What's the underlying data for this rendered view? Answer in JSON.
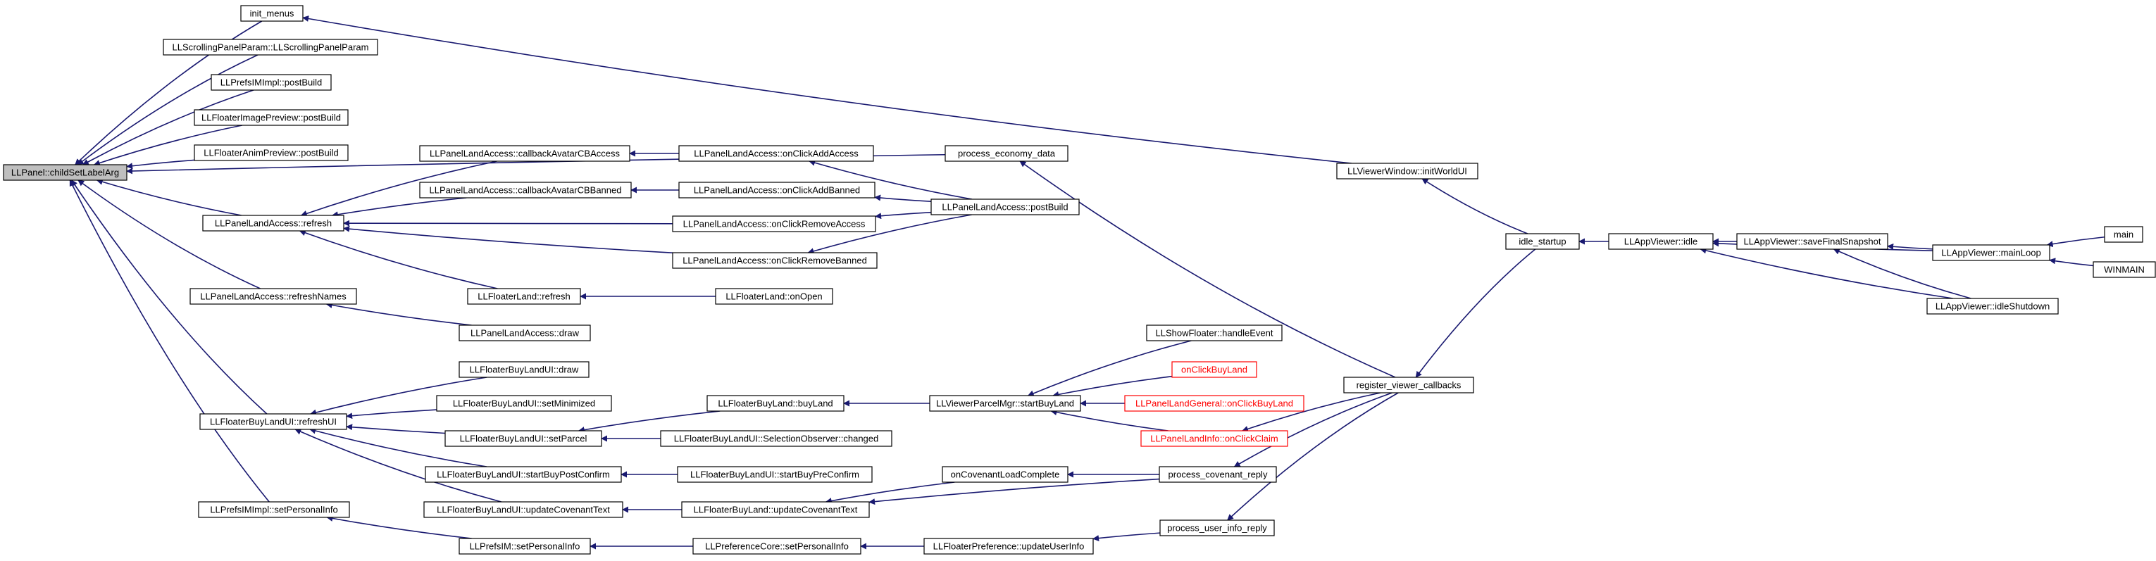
{
  "colors": {
    "edge": "#191970",
    "root_fill": "#bfbfbf",
    "highlight": "#ff0000"
  },
  "nodes": [
    {
      "id": "root",
      "label": "LLPanel::childSetLabelArg"
    },
    {
      "id": "init_menus",
      "label": "init_menus"
    },
    {
      "id": "scroll_param",
      "label": "LLScrollingPanelParam::LLScrollingPanelParam"
    },
    {
      "id": "prefsim_postbuild",
      "label": "LLPrefsIMImpl::postBuild"
    },
    {
      "id": "imgpreview_postbuild",
      "label": "LLFloaterImagePreview::postBuild"
    },
    {
      "id": "animpreview_postbuild",
      "label": "LLFloaterAnimPreview::postBuild"
    },
    {
      "id": "pla_refresh",
      "label": "LLPanelLandAccess::refresh"
    },
    {
      "id": "pla_refreshnames",
      "label": "LLPanelLandAccess::refreshNames"
    },
    {
      "id": "fbl_refreshui",
      "label": "LLFloaterBuyLandUI::refreshUI"
    },
    {
      "id": "prefsim_setpersonal",
      "label": "LLPrefsIMImpl::setPersonalInfo"
    },
    {
      "id": "pla_cb_access",
      "label": "LLPanelLandAccess::callbackAvatarCBAccess"
    },
    {
      "id": "pla_cb_banned",
      "label": "LLPanelLandAccess::callbackAvatarCBBanned"
    },
    {
      "id": "fl_refresh",
      "label": "LLFloaterLand::refresh"
    },
    {
      "id": "pla_draw",
      "label": "LLPanelLandAccess::draw"
    },
    {
      "id": "fbl_draw",
      "label": "LLFloaterBuyLandUI::draw"
    },
    {
      "id": "fbl_setmin",
      "label": "LLFloaterBuyLandUI::setMinimized"
    },
    {
      "id": "fbl_setparcel",
      "label": "LLFloaterBuyLandUI::setParcel"
    },
    {
      "id": "fbl_startbuypost",
      "label": "LLFloaterBuyLandUI::startBuyPostConfirm"
    },
    {
      "id": "fbl_updcov",
      "label": "LLFloaterBuyLandUI::updateCovenantText"
    },
    {
      "id": "prefsim_setpersonal2",
      "label": "LLPrefsIM::setPersonalInfo"
    },
    {
      "id": "process_econ",
      "label": "process_economy_data"
    },
    {
      "id": "pla_onaddaccess",
      "label": "LLPanelLandAccess::onClickAddAccess"
    },
    {
      "id": "pla_onaddbanned",
      "label": "LLPanelLandAccess::onClickAddBanned"
    },
    {
      "id": "pla_onremaccess",
      "label": "LLPanelLandAccess::onClickRemoveAccess"
    },
    {
      "id": "pla_onrembanned",
      "label": "LLPanelLandAccess::onClickRemoveBanned"
    },
    {
      "id": "fl_onopen",
      "label": "LLFloaterLand::onOpen"
    },
    {
      "id": "fbland_buyland",
      "label": "LLFloaterBuyLand::buyLand"
    },
    {
      "id": "fbl_selobs",
      "label": "LLFloaterBuyLandUI::SelectionObserver::changed"
    },
    {
      "id": "fbl_startbuypre",
      "label": "LLFloaterBuyLandUI::startBuyPreConfirm"
    },
    {
      "id": "fbland_updcov",
      "label": "LLFloaterBuyLand::updateCovenantText"
    },
    {
      "id": "prefcore_setpersonal",
      "label": "LLPreferenceCore::setPersonalInfo"
    },
    {
      "id": "pla_postbuild",
      "label": "LLPanelLandAccess::postBuild"
    },
    {
      "id": "vpm_startbuy",
      "label": "LLViewerParcelMgr::startBuyLand"
    },
    {
      "id": "oncovload",
      "label": "onCovenantLoadComplete"
    },
    {
      "id": "fpref_upduser",
      "label": "LLFloaterPreference::updateUserInfo"
    },
    {
      "id": "showfloater",
      "label": "LLShowFloater::handleEvent"
    },
    {
      "id": "onclickbuyland",
      "label": "onClickBuyLand",
      "red": true
    },
    {
      "id": "plg_onbuy",
      "label": "LLPanelLandGeneral::onClickBuyLand",
      "red": true
    },
    {
      "id": "pli_onclaim",
      "label": "LLPanelLandInfo::onClickClaim",
      "red": true
    },
    {
      "id": "proc_covreply",
      "label": "process_covenant_reply"
    },
    {
      "id": "proc_userinfo",
      "label": "process_user_info_reply"
    },
    {
      "id": "reg_callbacks",
      "label": "register_viewer_callbacks"
    },
    {
      "id": "vw_initworld",
      "label": "LLViewerWindow::initWorldUI"
    },
    {
      "id": "idle_startup",
      "label": "idle_startup"
    },
    {
      "id": "app_idle",
      "label": "LLAppViewer::idle"
    },
    {
      "id": "app_savesnap",
      "label": "LLAppViewer::saveFinalSnapshot"
    },
    {
      "id": "app_mainloop",
      "label": "LLAppViewer::mainLoop"
    },
    {
      "id": "app_idleshut",
      "label": "LLAppViewer::idleShutdown"
    },
    {
      "id": "main",
      "label": "main"
    },
    {
      "id": "winmain",
      "label": "WINMAIN"
    }
  ],
  "edges": [
    [
      "init_menus",
      "root"
    ],
    [
      "scroll_param",
      "root"
    ],
    [
      "prefsim_postbuild",
      "root"
    ],
    [
      "imgpreview_postbuild",
      "root"
    ],
    [
      "animpreview_postbuild",
      "root"
    ],
    [
      "process_econ",
      "root"
    ],
    [
      "pla_refresh",
      "root"
    ],
    [
      "pla_refreshnames",
      "root"
    ],
    [
      "fbl_refreshui",
      "root"
    ],
    [
      "prefsim_setpersonal",
      "root"
    ],
    [
      "vw_initworld",
      "init_menus"
    ],
    [
      "pla_cb_access",
      "pla_refresh"
    ],
    [
      "pla_cb_banned",
      "pla_refresh"
    ],
    [
      "pla_onremaccess",
      "pla_refresh"
    ],
    [
      "pla_onrembanned",
      "pla_refresh"
    ],
    [
      "fl_refresh",
      "pla_refresh"
    ],
    [
      "pla_draw",
      "pla_refreshnames"
    ],
    [
      "fbl_draw",
      "fbl_refreshui"
    ],
    [
      "fbl_setmin",
      "fbl_refreshui"
    ],
    [
      "fbl_setparcel",
      "fbl_refreshui"
    ],
    [
      "fbl_startbuypost",
      "fbl_refreshui"
    ],
    [
      "fbl_updcov",
      "fbl_refreshui"
    ],
    [
      "prefsim_setpersonal2",
      "prefsim_setpersonal"
    ],
    [
      "pla_onaddaccess",
      "pla_cb_access"
    ],
    [
      "pla_onaddbanned",
      "pla_cb_banned"
    ],
    [
      "fl_onopen",
      "fl_refresh"
    ],
    [
      "fbland_buyland",
      "fbl_setparcel"
    ],
    [
      "fbl_selobs",
      "fbl_setparcel"
    ],
    [
      "fbl_startbuypre",
      "fbl_startbuypost"
    ],
    [
      "fbland_updcov",
      "fbl_updcov"
    ],
    [
      "prefcore_setpersonal",
      "prefsim_setpersonal2"
    ],
    [
      "pla_postbuild",
      "pla_onaddaccess"
    ],
    [
      "pla_postbuild",
      "pla_onaddbanned"
    ],
    [
      "pla_postbuild",
      "pla_onremaccess"
    ],
    [
      "pla_postbuild",
      "pla_onrembanned"
    ],
    [
      "reg_callbacks",
      "process_econ"
    ],
    [
      "vpm_startbuy",
      "fbland_buyland"
    ],
    [
      "oncovload",
      "fbland_updcov"
    ],
    [
      "proc_covreply",
      "fbland_updcov"
    ],
    [
      "fpref_upduser",
      "prefcore_setpersonal"
    ],
    [
      "showfloater",
      "vpm_startbuy"
    ],
    [
      "onclickbuyland",
      "vpm_startbuy"
    ],
    [
      "plg_onbuy",
      "vpm_startbuy"
    ],
    [
      "pli_onclaim",
      "vpm_startbuy"
    ],
    [
      "proc_covreply",
      "oncovload"
    ],
    [
      "proc_userinfo",
      "fpref_upduser"
    ],
    [
      "reg_callbacks",
      "pli_onclaim"
    ],
    [
      "reg_callbacks",
      "proc_covreply"
    ],
    [
      "reg_callbacks",
      "proc_userinfo"
    ],
    [
      "idle_startup",
      "reg_callbacks"
    ],
    [
      "idle_startup",
      "vw_initworld"
    ],
    [
      "app_idle",
      "idle_startup"
    ],
    [
      "app_mainloop",
      "app_idle"
    ],
    [
      "app_savesnap",
      "app_idle"
    ],
    [
      "app_idleshut",
      "app_idle"
    ],
    [
      "app_mainloop",
      "app_savesnap"
    ],
    [
      "app_idleshut",
      "app_savesnap"
    ],
    [
      "main",
      "app_mainloop"
    ],
    [
      "winmain",
      "app_mainloop"
    ]
  ]
}
